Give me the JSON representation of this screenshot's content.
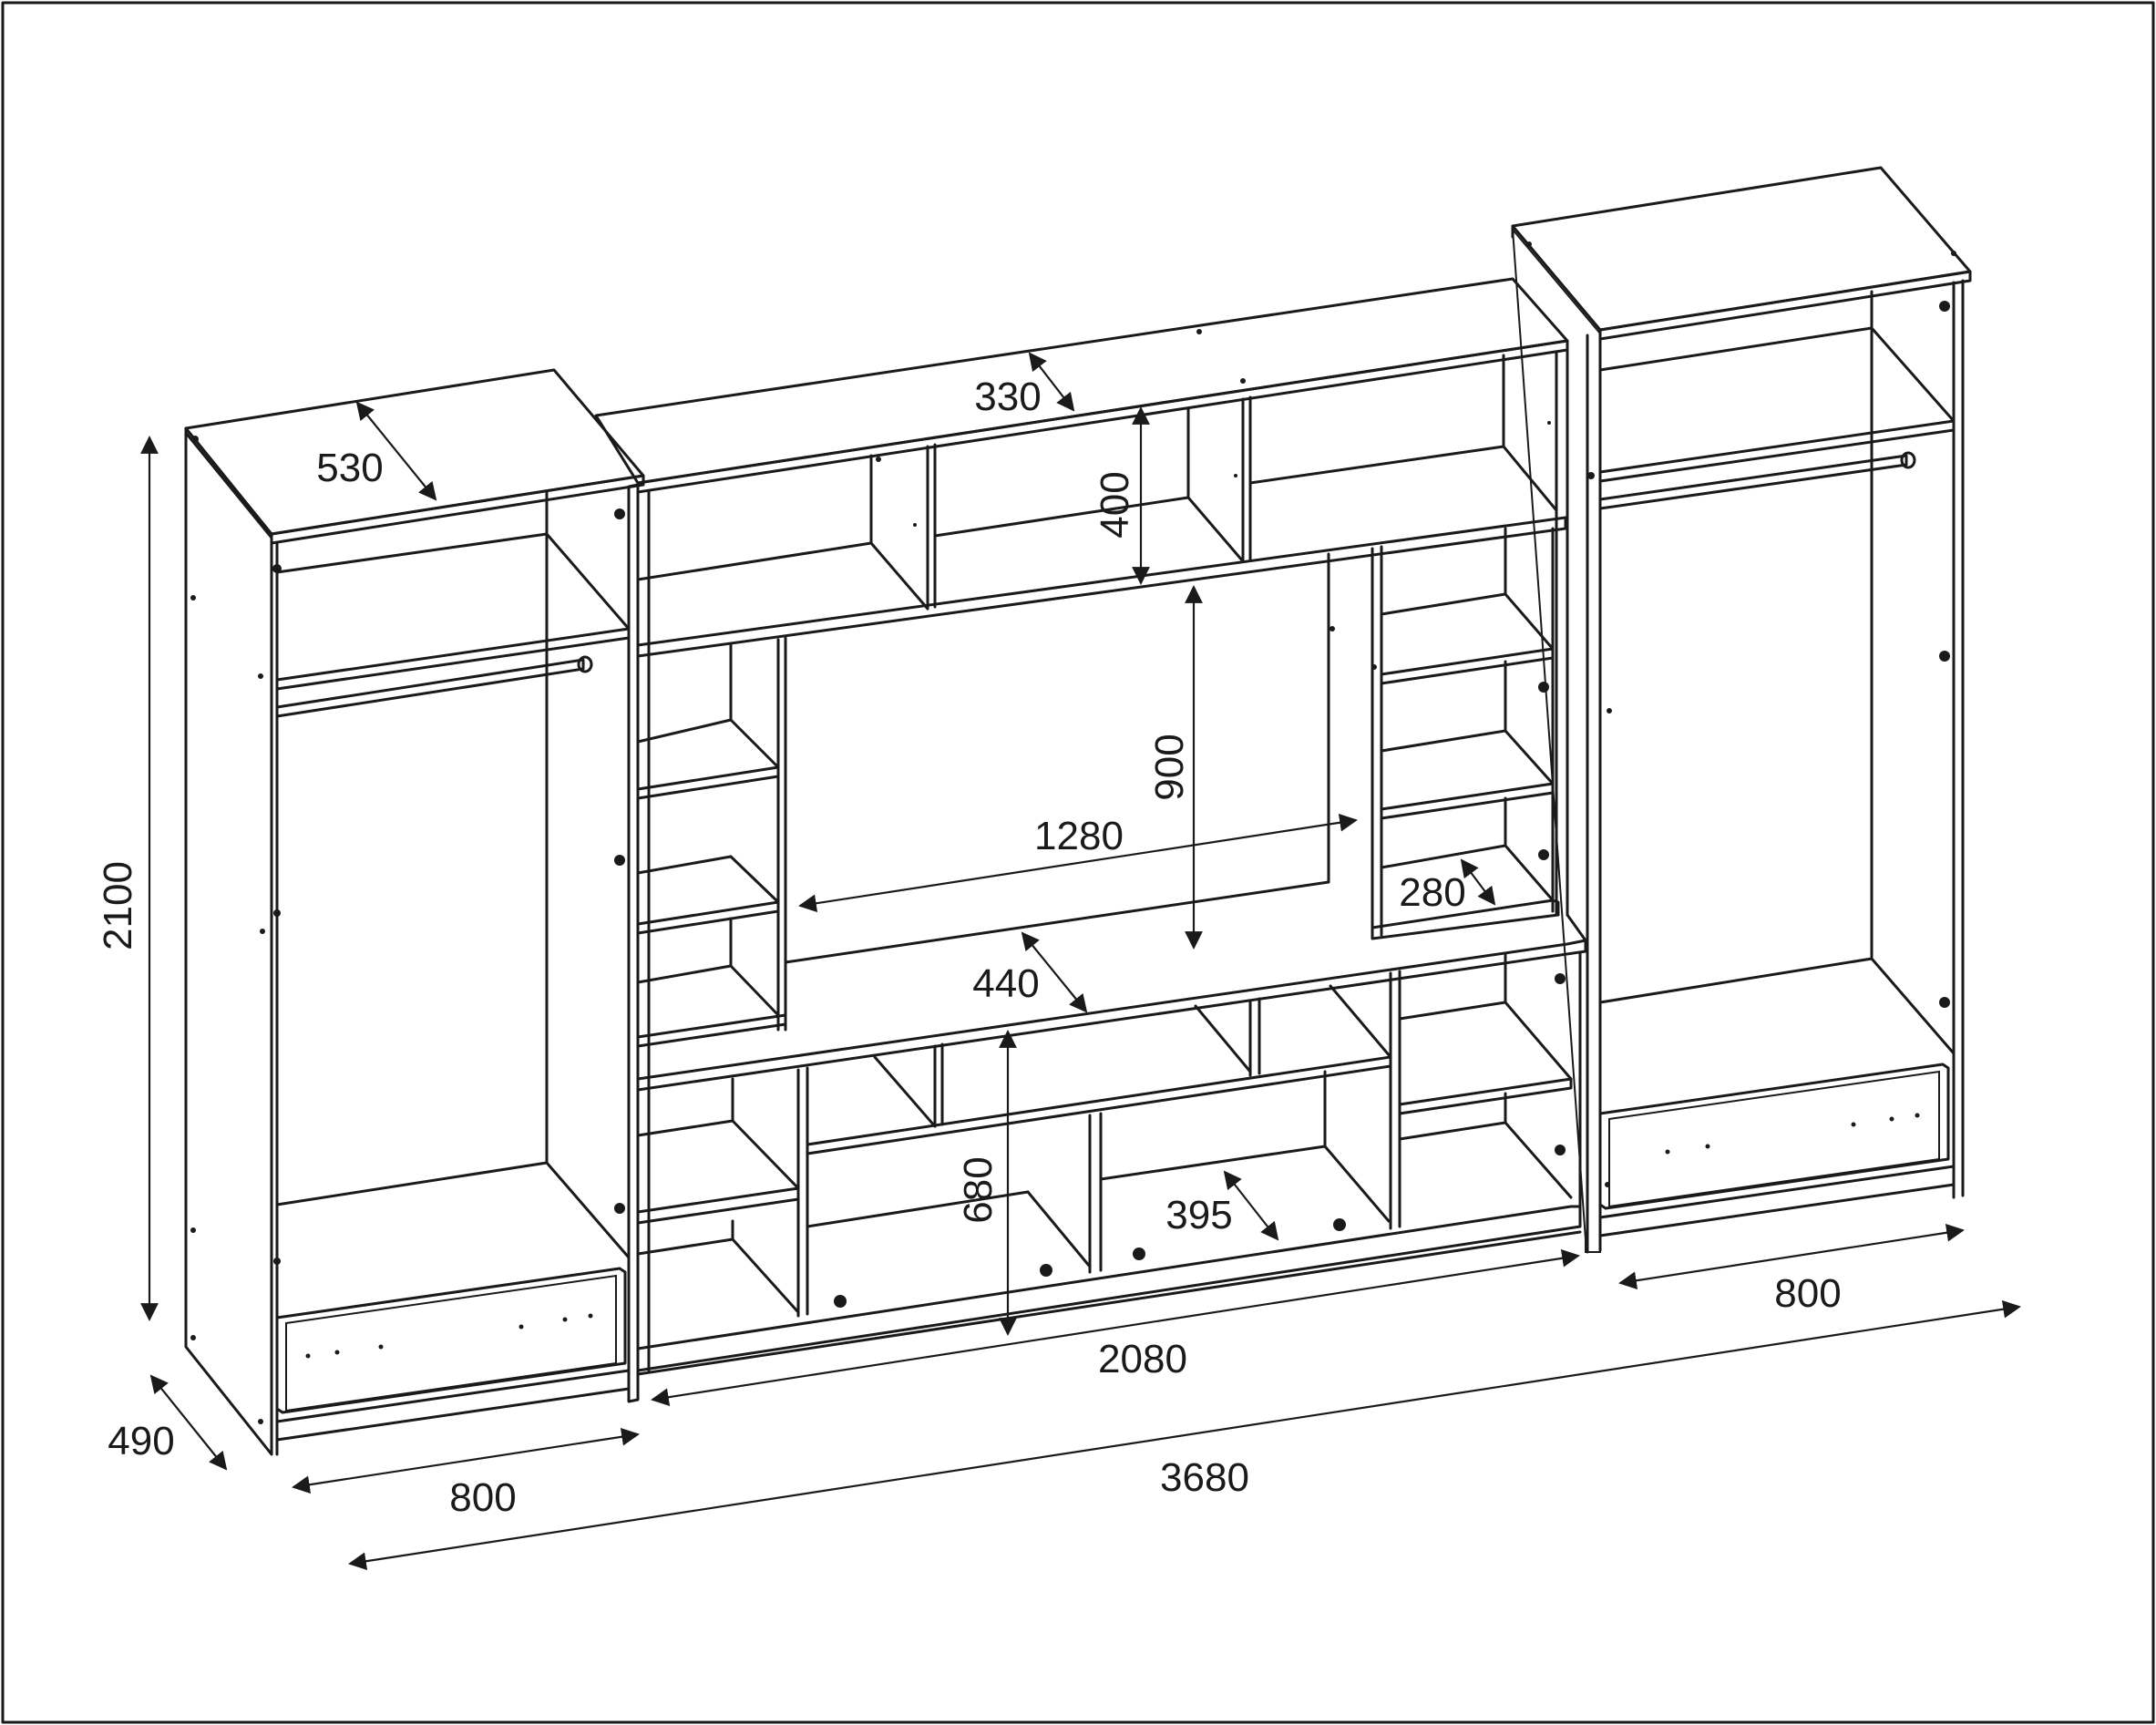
{
  "diagram": {
    "dimensions": {
      "height_total": "2100",
      "depth_side": "490",
      "depth_top_left": "530",
      "depth_top_middle": "330",
      "shelf_height_top": "400",
      "tv_niche_height": "900",
      "tv_niche_width": "1280",
      "side_shelf_depth": "280",
      "tv_shelf_depth": "440",
      "lower_height": "680",
      "lower_shelf_depth": "395",
      "width_left": "800",
      "width_middle": "2080",
      "width_right": "800",
      "width_total": "3680"
    }
  }
}
